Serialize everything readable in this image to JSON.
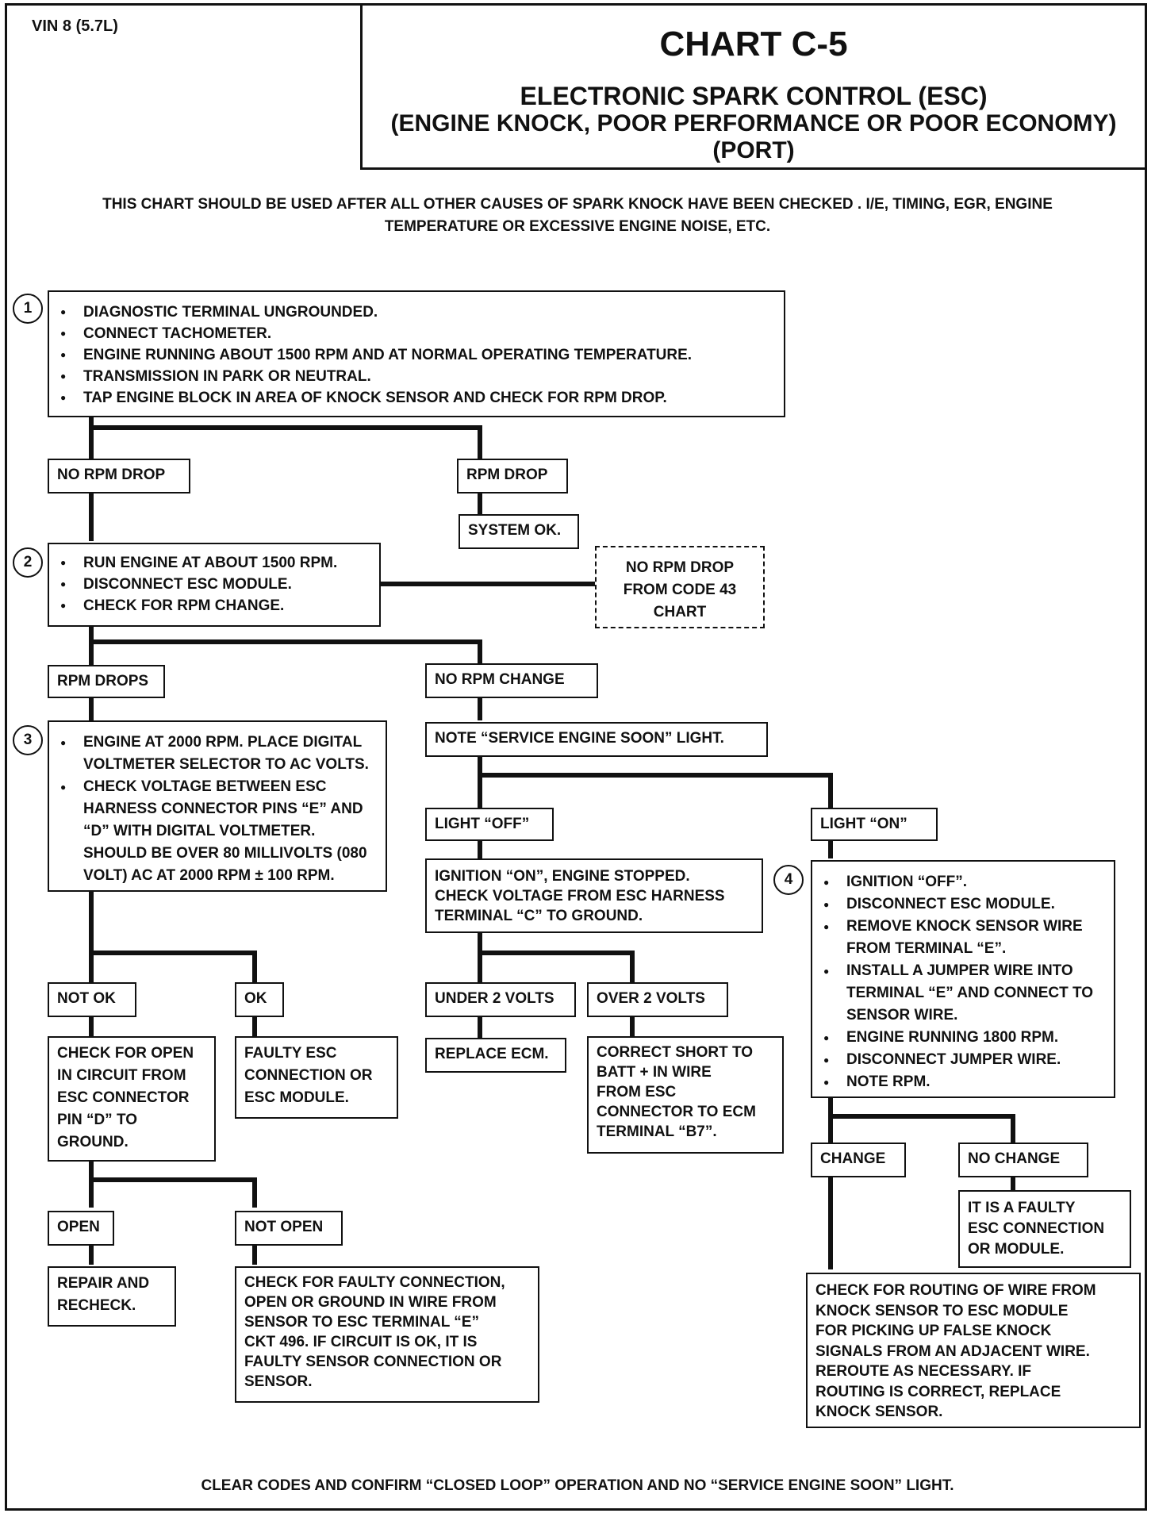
{
  "vin": "VIN 8 (5.7L)",
  "header": {
    "title": "CHART C-5",
    "subtitle": "ELECTRONIC SPARK CONTROL (ESC)",
    "subtitle2": "(ENGINE KNOCK, POOR PERFORMANCE OR POOR ECONOMY)",
    "subtitle3": "(PORT)"
  },
  "intro": "THIS CHART SHOULD BE USED AFTER ALL OTHER CAUSES OF SPARK KNOCK HAVE BEEN CHECKED . I/E, TIMING, EGR, ENGINE TEMPERATURE OR EXCESSIVE ENGINE NOISE, ETC.",
  "steps": {
    "s1": "1",
    "s2": "2",
    "s3": "3",
    "s4": "4"
  },
  "box1": [
    "DIAGNOSTIC TERMINAL UNGROUNDED.",
    "CONNECT TACHOMETER.",
    "ENGINE RUNNING ABOUT 1500 RPM AND AT NORMAL OPERATING TEMPERATURE.",
    "TRANSMISSION IN PARK OR NEUTRAL.",
    "TAP ENGINE BLOCK IN AREA OF KNOCK SENSOR AND CHECK FOR RPM DROP."
  ],
  "labels": {
    "no_rpm_drop": "NO RPM DROP",
    "rpm_drop": "RPM DROP",
    "system_ok": "SYSTEM OK.",
    "rpm_drops": "RPM DROPS",
    "no_rpm_change": "NO RPM CHANGE",
    "note_ses": "NOTE “SERVICE ENGINE SOON” LIGHT.",
    "light_off": "LIGHT “OFF”",
    "light_on": "LIGHT “ON”",
    "not_ok": "NOT OK",
    "ok": "OK",
    "under_2": "UNDER 2 VOLTS",
    "over_2": "OVER 2 VOLTS",
    "replace_ecm": "REPLACE ECM.",
    "open": "OPEN",
    "not_open": "NOT OPEN",
    "change": "CHANGE",
    "no_change": "NO CHANGE"
  },
  "box2": [
    "RUN ENGINE AT ABOUT 1500 RPM.",
    "DISCONNECT ESC MODULE.",
    "CHECK FOR RPM CHANGE."
  ],
  "code43": "NO RPM DROP\nFROM CODE 43\nCHART",
  "box3": [
    "ENGINE AT 2000 RPM.  PLACE DIGITAL VOLTMETER SELECTOR TO AC VOLTS.",
    "CHECK VOLTAGE BETWEEN ESC HARNESS CONNECTOR PINS “E” AND “D” WITH DIGITAL VOLTMETER. SHOULD BE OVER 80 MILLIVOLTS (080 VOLT) AC AT 2000 RPM ± 100 RPM."
  ],
  "ignition_on": "IGNITION “ON”, ENGINE STOPPED.\nCHECK VOLTAGE FROM ESC HARNESS\nTERMINAL “C” TO GROUND.",
  "box4": [
    "IGNITION “OFF”.",
    "DISCONNECT ESC MODULE.",
    "REMOVE KNOCK SENSOR WIRE FROM TERMINAL “E”.",
    "INSTALL A JUMPER WIRE INTO TERMINAL “E” AND CONNECT TO SENSOR WIRE.",
    "ENGINE RUNNING 1800 RPM.",
    "DISCONNECT JUMPER WIRE.",
    "NOTE RPM."
  ],
  "check_open": "CHECK FOR OPEN\nIN CIRCUIT FROM\nESC CONNECTOR\nPIN “D” TO\nGROUND.",
  "faulty_esc": "FAULTY ESC\nCONNECTION OR\nESC MODULE.",
  "correct_short": "CORRECT SHORT TO\nBATT + IN WIRE\nFROM ESC\nCONNECTOR TO ECM\nTERMINAL “B7”.",
  "faulty_conn_module": "IT IS A FAULTY\nESC CONNECTION\nOR MODULE.",
  "repair": "REPAIR  AND\nRECHECK.",
  "check_faulty": "CHECK FOR FAULTY CONNECTION,\nOPEN OR GROUND IN WIRE FROM\nSENSOR TO ESC TERMINAL “E”\nCKT 496.  IF CIRCUIT IS OK, IT IS\nFAULTY SENSOR CONNECTION OR\nSENSOR.",
  "check_routing": "CHECK FOR ROUTING OF WIRE FROM\nKNOCK SENSOR TO ESC MODULE\nFOR PICKING UP FALSE KNOCK\nSIGNALS FROM AN ADJACENT WIRE.\nREROUTE AS NECESSARY.  IF\nROUTING IS CORRECT, REPLACE\nKNOCK SENSOR.",
  "footer": "CLEAR CODES AND CONFIRM “CLOSED LOOP” OPERATION AND NO “SERVICE ENGINE SOON” LIGHT."
}
